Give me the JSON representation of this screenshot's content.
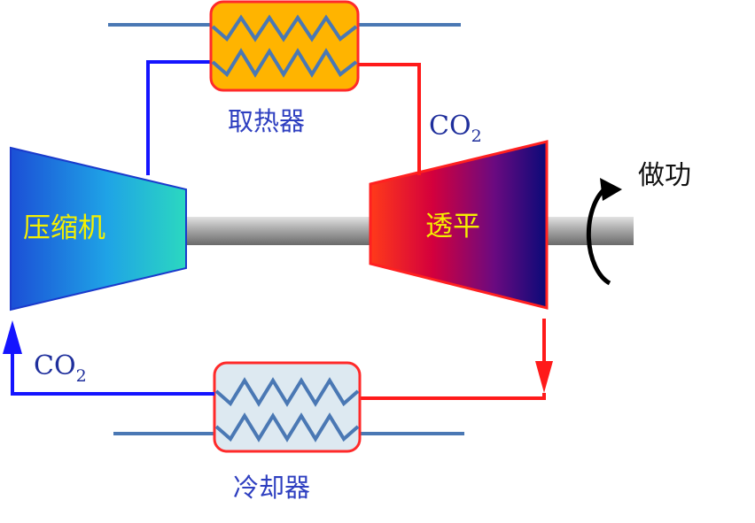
{
  "labels": {
    "heat_exchanger": "取热器",
    "compressor": "压缩机",
    "turbine": "透平",
    "cooler": "冷却器",
    "work": "做功",
    "co2_main": "CO",
    "co2_sub": "2"
  },
  "colors": {
    "hot_line": "#ff1a1a",
    "cold_line": "#1414ff",
    "coil": "#4a78b4",
    "heater_fill": "#ffb400",
    "cooler_fill": "#dde9f1",
    "box_border": "#ff2a2a",
    "shaft": "#9a9a9a"
  },
  "icons": [
    "rotation-arrow-icon",
    "flow-arrow-up-icon",
    "flow-arrow-down-icon"
  ]
}
